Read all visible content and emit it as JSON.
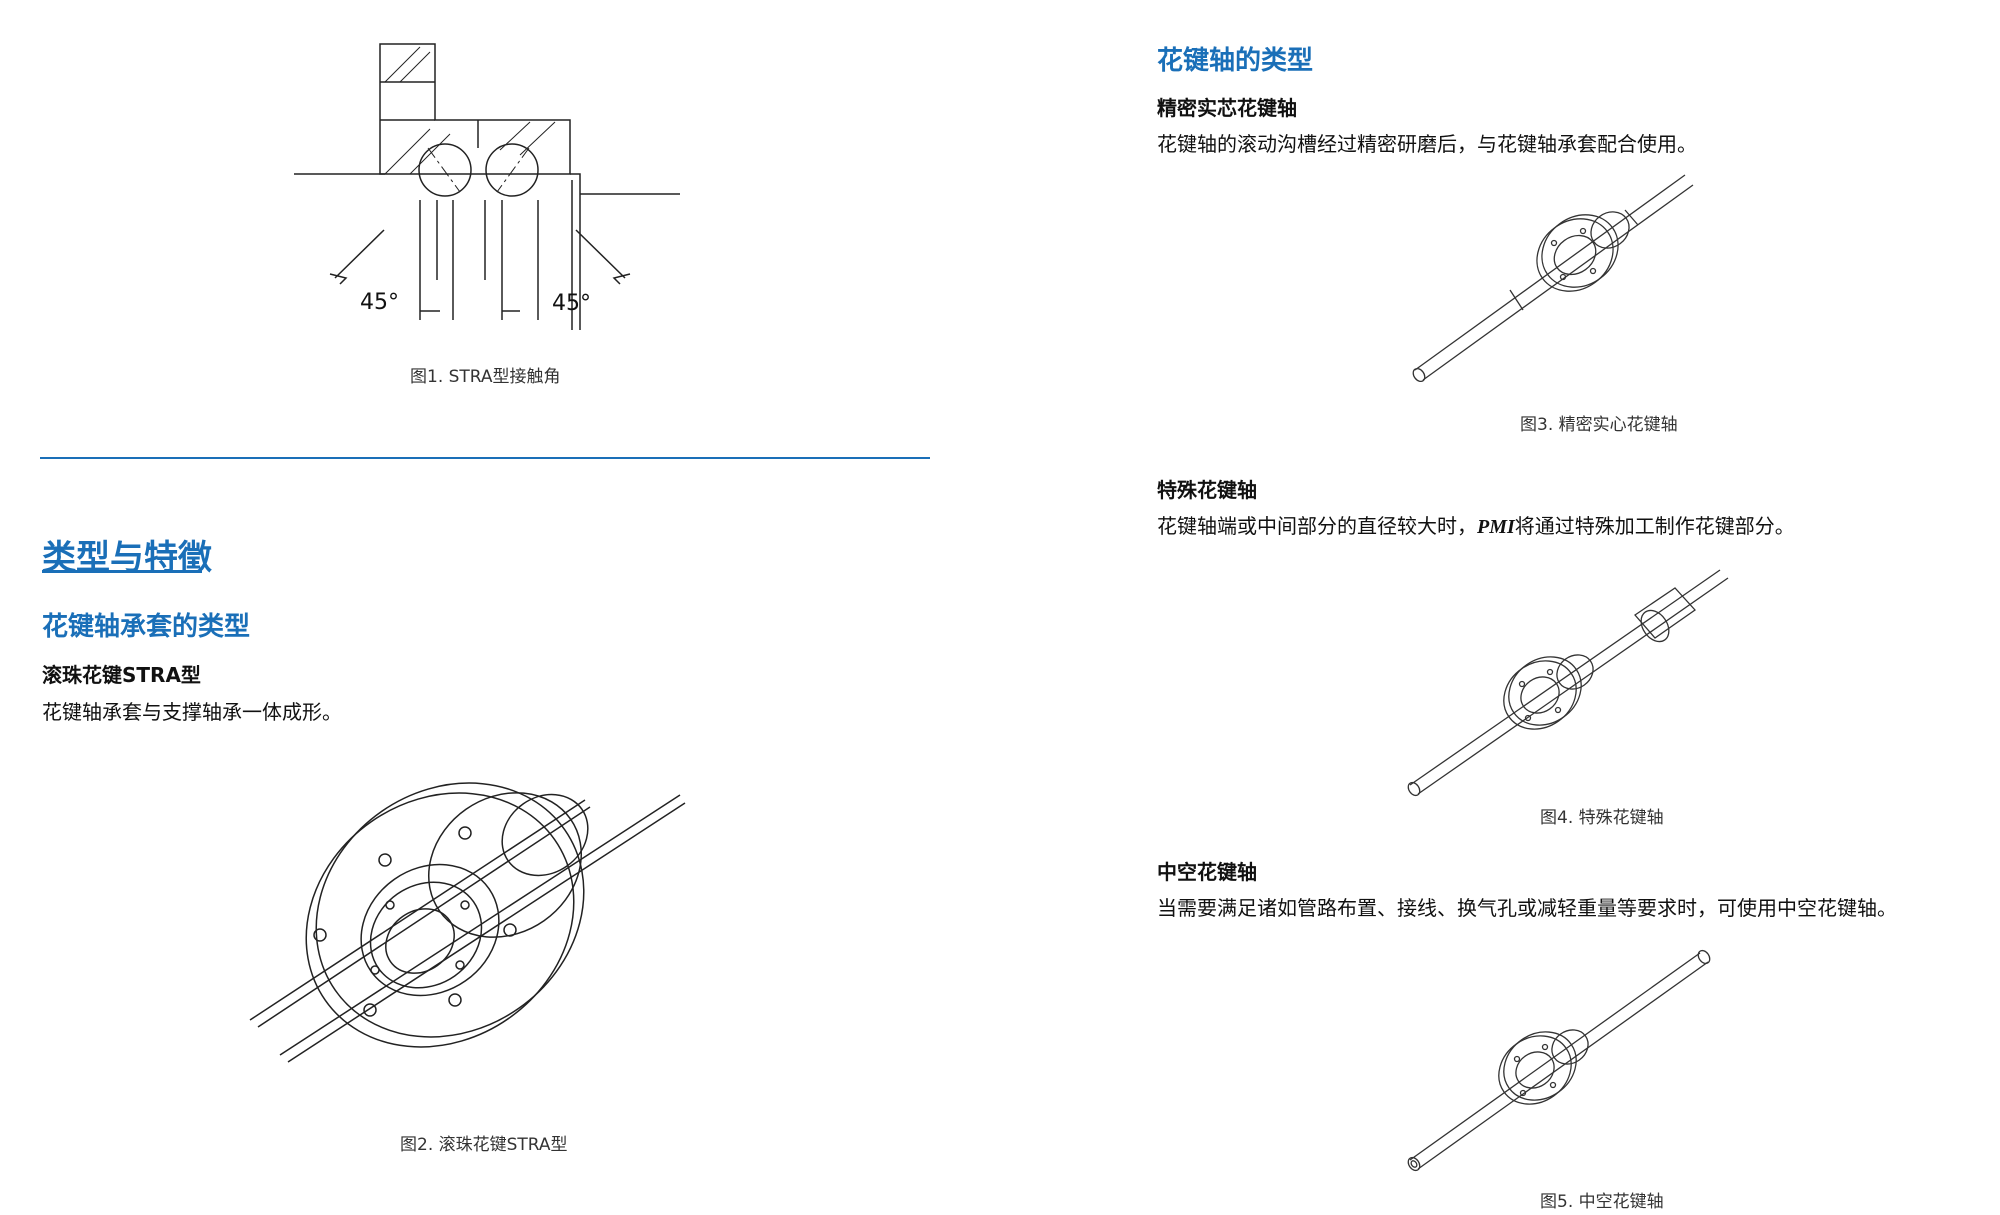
{
  "left": {
    "fig1": {
      "angle_left": "45°",
      "angle_right": "45°",
      "caption": "图1. STRA型接触角"
    },
    "section_title": "类型与特徵",
    "subsection_title": "花键轴承套的类型",
    "item_title": "滚珠花键STRA型",
    "item_text": "花键轴承套与支撑轴承一体成形。",
    "fig2": {
      "caption": "图2. 滚珠花键STRA型"
    }
  },
  "right": {
    "section_title": "花键轴的类型",
    "item1": {
      "title": "精密实芯花键轴",
      "text": "花键轴的滚动沟槽经过精密研磨后，与花键轴承套配合使用。",
      "caption": "图3. 精密实心花键轴"
    },
    "item2": {
      "title": "特殊花键轴",
      "text_a": "花键轴端或中间部分的直径较大时，",
      "brand": "PMI",
      "text_b": "将通过特殊加工制作花键部分。",
      "caption": "图4. 特殊花键轴"
    },
    "item3": {
      "title": "中空花键轴",
      "text": "当需要满足诸如管路布置、接线、换气孔或减轻重量等要求时，可使用中空花键轴。",
      "caption": "图5. 中空花键轴"
    }
  },
  "colors": {
    "accent": "#1a6fb8",
    "text": "#111111"
  }
}
